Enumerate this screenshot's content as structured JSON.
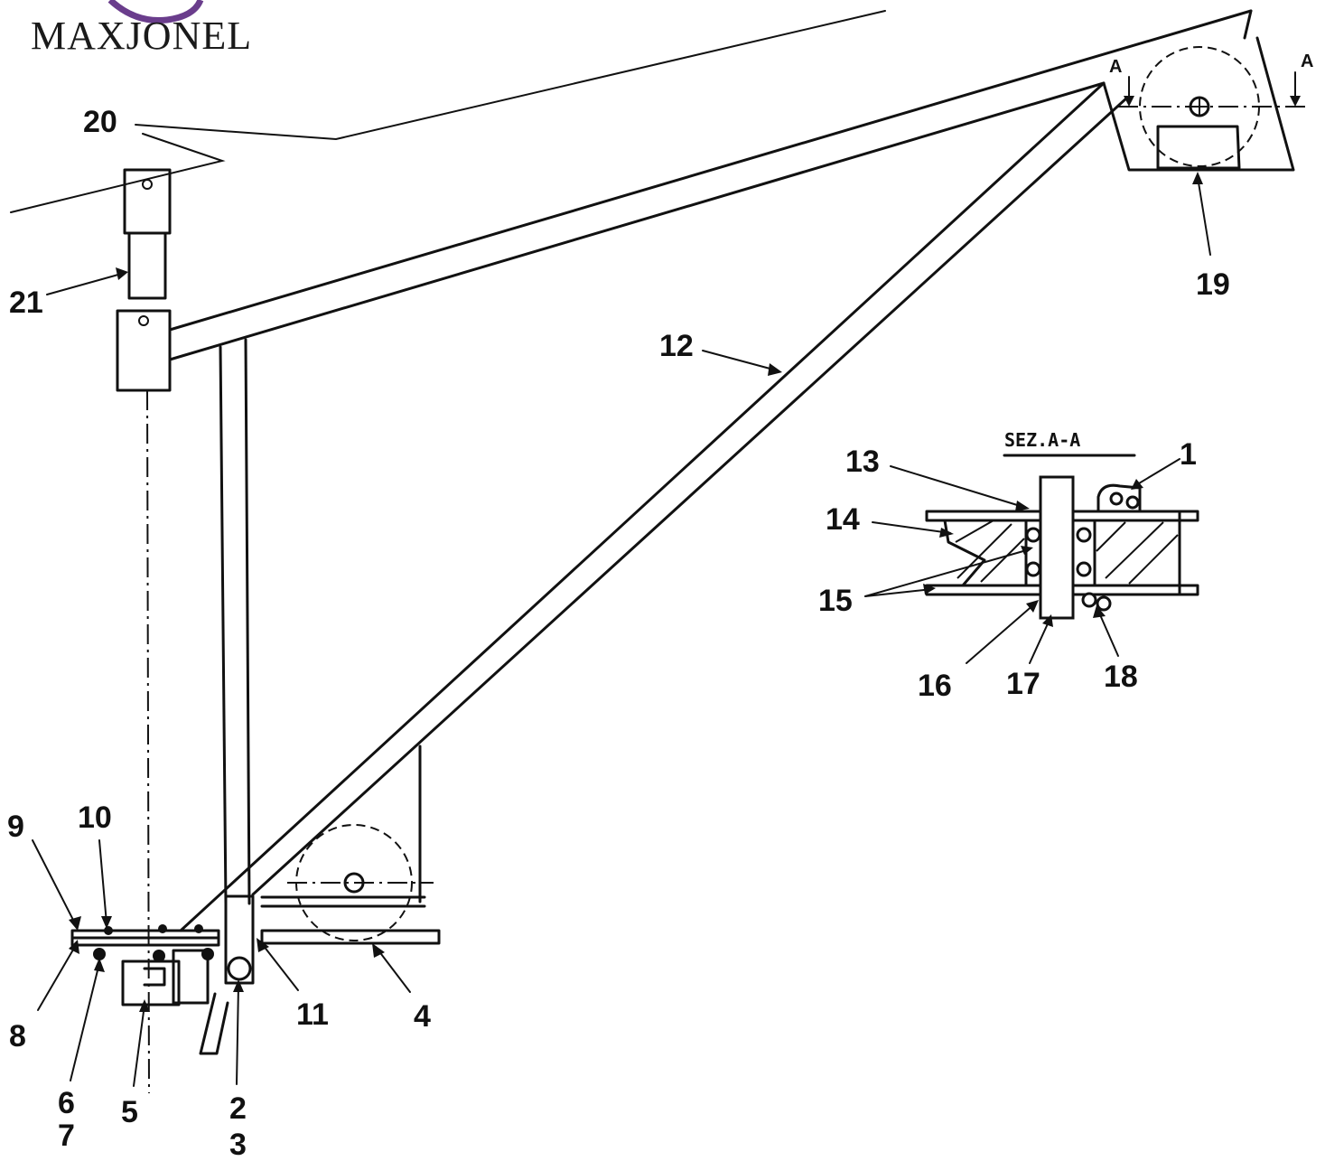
{
  "brand": {
    "name": "MAXJONEL",
    "logo_color": "#6a3d8c"
  },
  "section": {
    "title": "SEZ.A-A",
    "mark_left": "A",
    "mark_right": "A"
  },
  "callouts": {
    "n1": "1",
    "n2": "2",
    "n3": "3",
    "n4": "4",
    "n5": "5",
    "n6": "6",
    "n7": "7",
    "n8": "8",
    "n9": "9",
    "n10": "10",
    "n11": "11",
    "n12": "12",
    "n13": "13",
    "n14": "14",
    "n15": "15",
    "n16": "16",
    "n17": "17",
    "n18": "18",
    "n19": "19",
    "n20": "20",
    "n21": "21"
  },
  "colors": {
    "ink": "#111111",
    "paper": "#ffffff"
  }
}
